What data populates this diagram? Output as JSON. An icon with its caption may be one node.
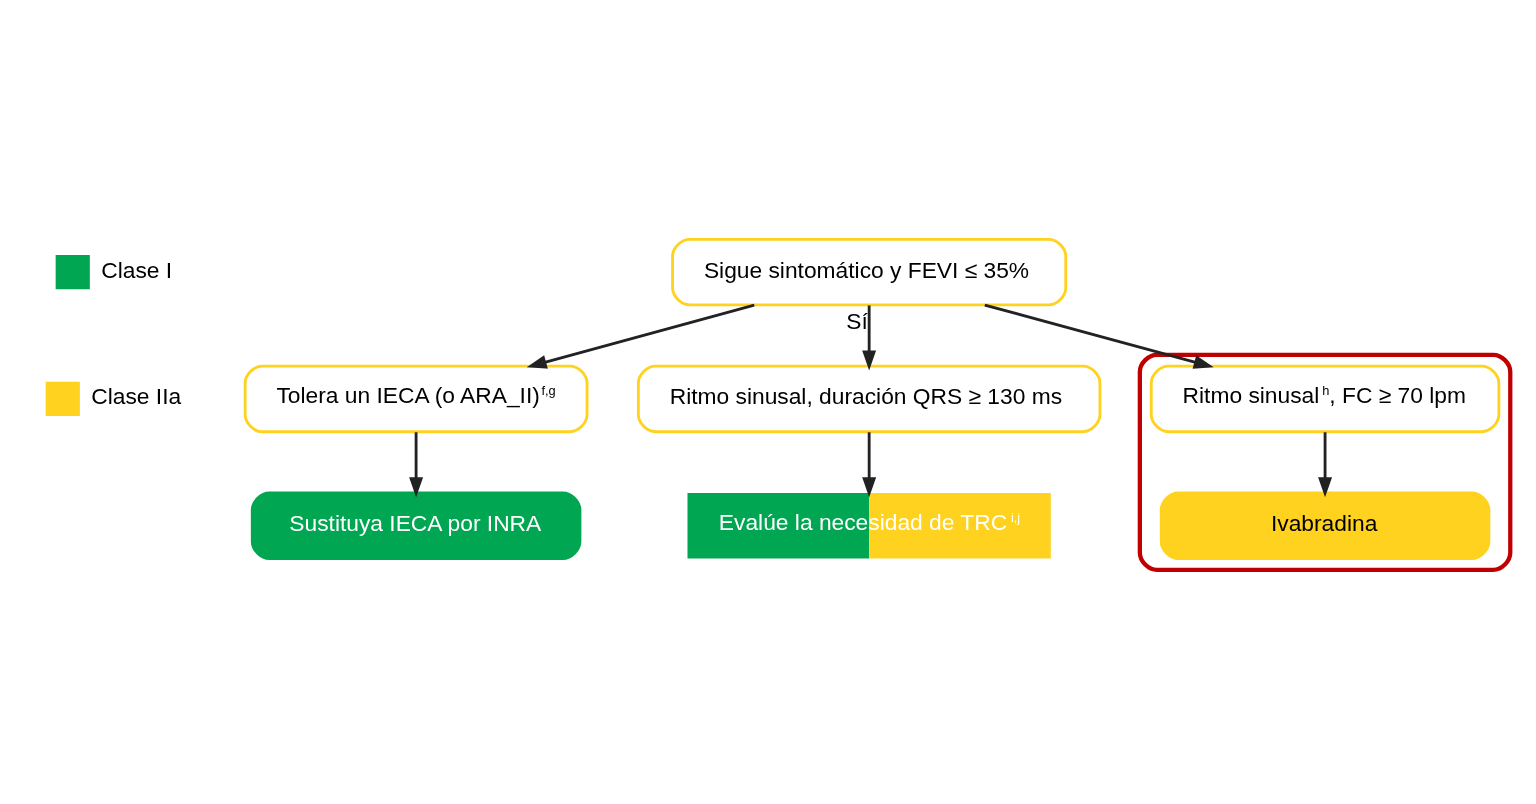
{
  "diagram": {
    "nodes": [
      {
        "text": [
          "Sigue sintomático y FEVI ≤ 35%"
        ]
      },
      {
        "text": [
          "Tolera un IECA (o ARA_II)$^{f,g}$"
        ]
      },
      {
        "text": [
          "Ritmo sinusal, duración QRS ≥ 130 ms"
        ]
      },
      {
        "text": [],
        "shape": "box"
      },
      {
        "text": [
          "Ritmo sinusal$^{h}$, FC ≥ 70 lpm"
        ],
        "in": 3
      },
      {
        "text": [
          "Sustituya IECA por INRA"
        ]
      },
      {
        "text": [
          "Evalúe la necesidad de TRC$^{i,j}$"
        ]
      },
      {
        "text": [
          "Ivabradina"
        ],
        "in": 3
      }
    ],
    "edges": [
      {
        "from": 0,
        "to": 1,
        "arrow": "to"
      },
      {
        "from": 0,
        "to": 2,
        "arrow": "to",
        "label": "Sí"
      },
      {
        "from": 0,
        "to": 4,
        "arrow": "to"
      },
      {
        "from": 1,
        "to": 5,
        "arrow": "to"
      },
      {
        "from": 2,
        "to": 6,
        "arrow": "to"
      },
      {
        "from": 4,
        "to": 7,
        "arrow": "to"
      }
    ],
    "legend": [
      {
        "text": "Clase I",
        "color": "#00a651"
      },
      {
        "text": "Clase IIa",
        "color": "#ffd21f"
      }
    ]
  }
}
